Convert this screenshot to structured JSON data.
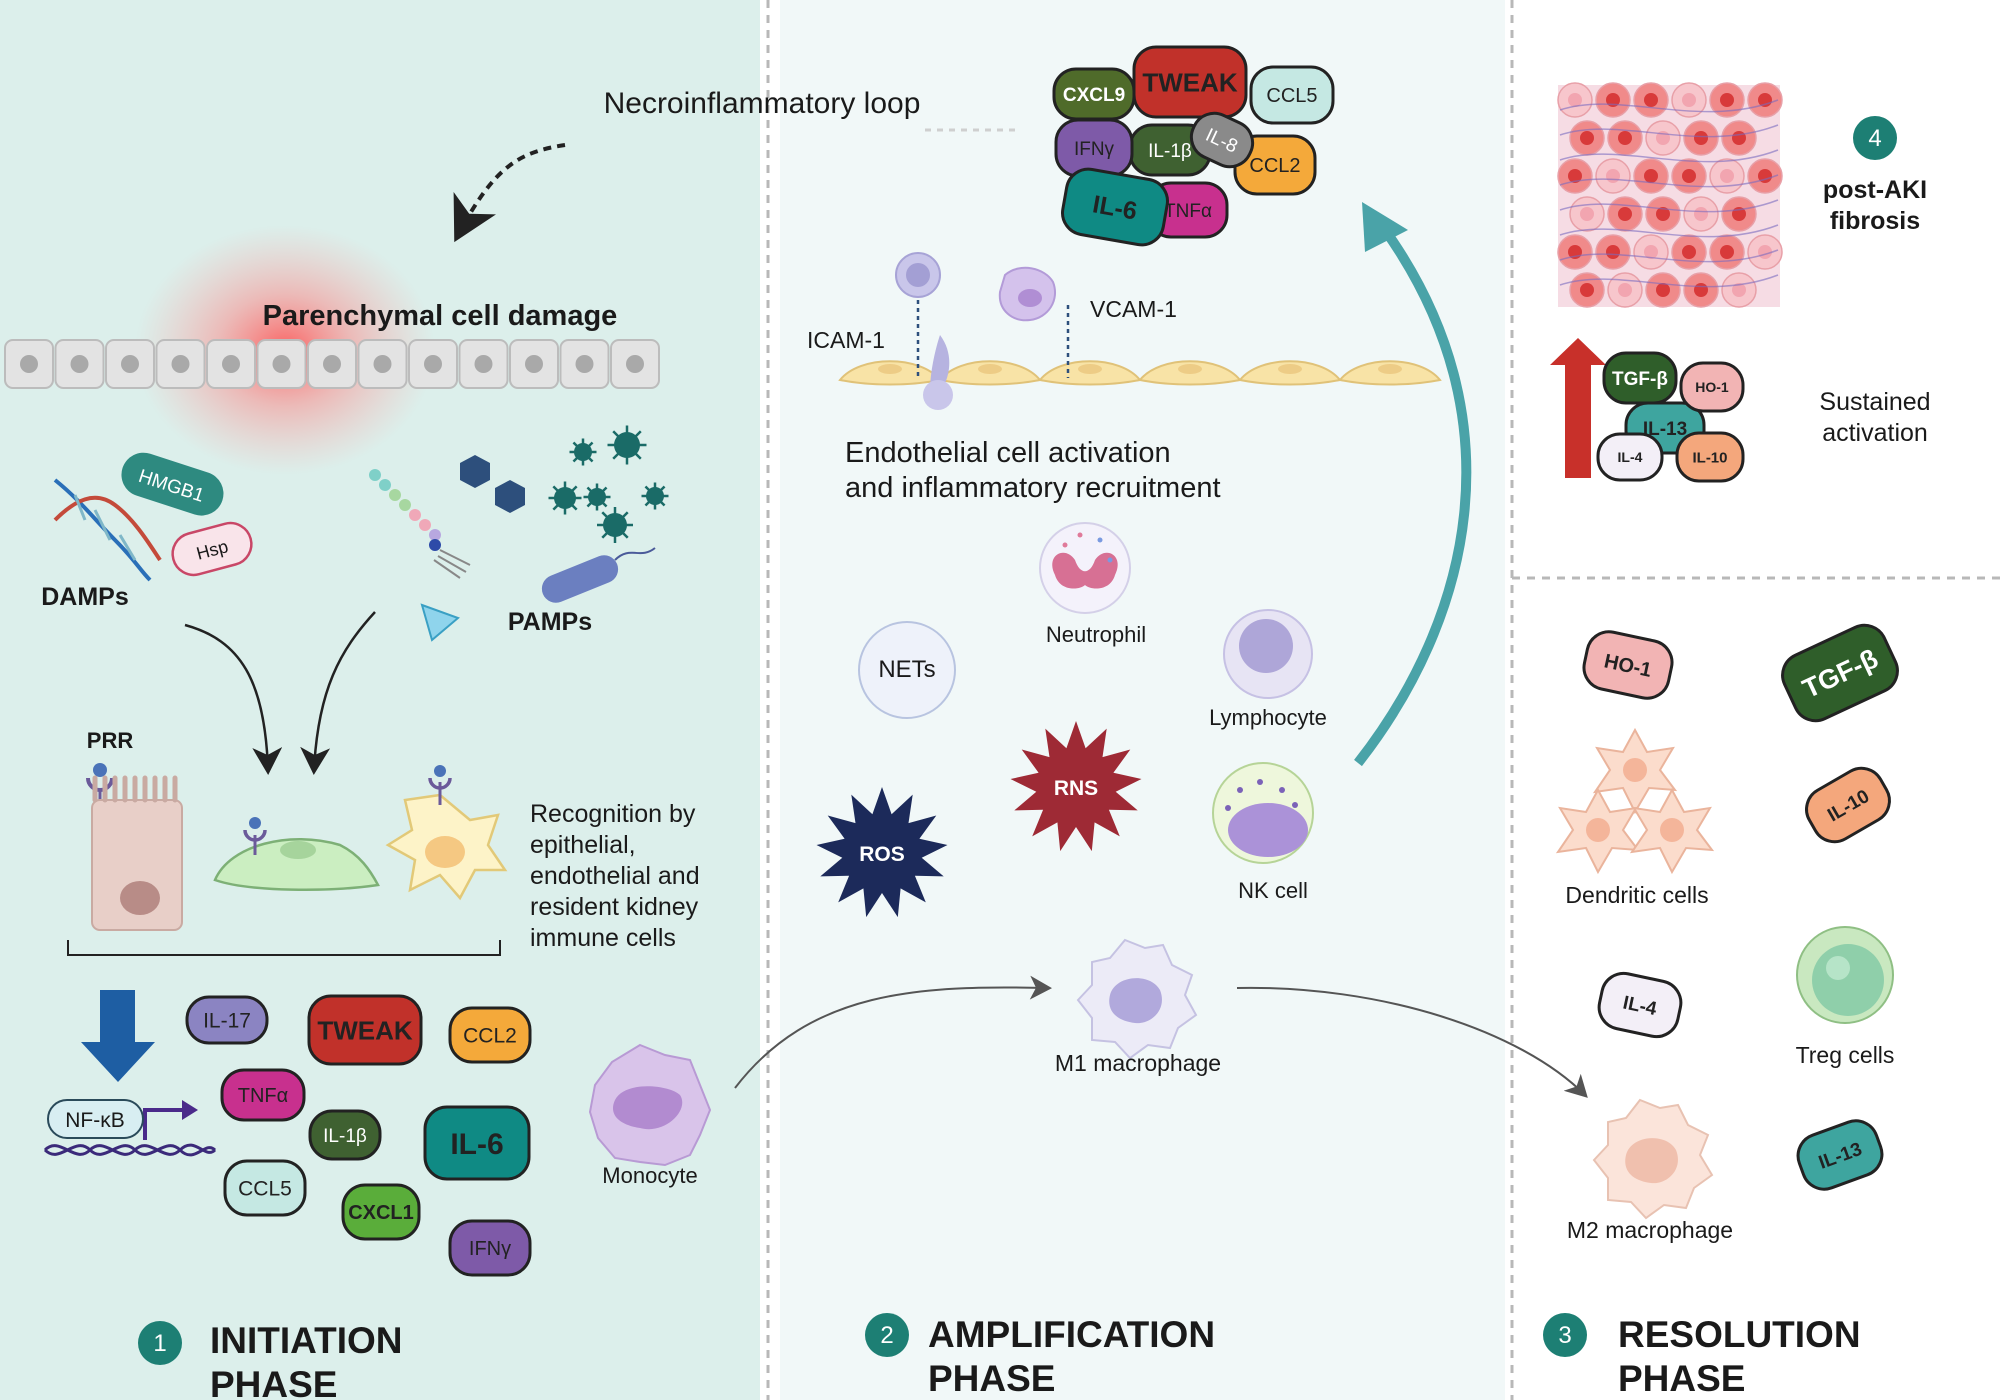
{
  "colors": {
    "panel1_bg": "#dcefeb",
    "panel2_bg": "#f1f8f8",
    "badge": "#1d7f74",
    "big_arrow": "#4aa3a8",
    "tweak": "#c1312a",
    "ccl2": "#f4a93a",
    "ccl5": "#c5e8e3",
    "il6": "#0f8a84",
    "tnfa": "#c8308e",
    "il1b": "#3f6131",
    "ifng": "#7e5aa8",
    "il17": "#8b84c2",
    "cxcl1": "#5aad3a",
    "cxcl9": "#4f6b2a",
    "il8": "#8a8a8a",
    "tgfb": "#2f5e2a",
    "ho1": "#f2b4b4",
    "il10": "#f4a77c",
    "il4": "#f3eff7",
    "il13": "#3ea59f",
    "rns": "#9e2a35",
    "ros": "#1c2a5a"
  },
  "icons": [
    "dna-icon",
    "bacterium-icon",
    "virus-icon",
    "receptor-icon",
    "dendritic-cell-icon",
    "macrophage-icon",
    "neutrophil-icon",
    "lymphocyte-icon",
    "nk-cell-icon",
    "treg-cell-icon",
    "monocyte-icon",
    "fibrosis-tissue-icon"
  ],
  "loop_label": "Necroinflammatory loop",
  "panel1": {
    "badge": "1",
    "title_line1": "INITIATION",
    "title_line2": "PHASE",
    "damage_label": "Parenchymal cell damage",
    "damps_label": "DAMPs",
    "pamps_label": "PAMPs",
    "damp_molecules": [
      "HMGB1",
      "Hsp"
    ],
    "prr_label": "PRR",
    "recognition_lines": [
      "Recognition by",
      "epithelial,",
      "endothelial and",
      "resident kidney",
      "immune cells"
    ],
    "nfkb_label": "NF-κB",
    "cytokines": {
      "il17": "IL-17",
      "tweak": "TWEAK",
      "ccl2": "CCL2",
      "tnfa": "TNFα",
      "il1b": "IL-1β",
      "il6": "IL-6",
      "ccl5": "CCL5",
      "cxcl1": "CXCL1",
      "ifng": "IFNγ"
    },
    "monocyte_label": "Monocyte"
  },
  "panel2": {
    "badge": "2",
    "title_line1": "AMPLIFICATION",
    "title_line2": "PHASE",
    "cytokines": {
      "cxcl9": "CXCL9",
      "tweak": "TWEAK",
      "ccl5": "CCL5",
      "ifng": "IFNγ",
      "il1b": "IL-1β",
      "il8": "IL-8",
      "ccl2": "CCL2",
      "il6": "IL-6",
      "tnfa": "TNFα"
    },
    "icam": "ICAM-1",
    "vcam": "VCAM-1",
    "endothelial_lines": [
      "Endothelial cell activation",
      "and inflammatory recruitment"
    ],
    "neutrophil": "Neutrophil",
    "nets": "NETs",
    "lymphocyte": "Lymphocyte",
    "rns": "RNS",
    "ros": "ROS",
    "nk_cell": "NK cell",
    "m1": "M1 macrophage"
  },
  "panel3": {
    "badge": "3",
    "title_line1": "RESOLUTION",
    "title_line2": "PHASE",
    "ho1": "HO-1",
    "tgfb": "TGF-β",
    "dendritic": "Dendritic cells",
    "il10": "IL-10",
    "il4": "IL-4",
    "treg": "Treg cells",
    "m2": "M2 macrophage",
    "il13": "IL-13"
  },
  "panel4": {
    "badge": "4",
    "title_line1": "post-AKI",
    "title_line2": "fibrosis",
    "sustained_line1": "Sustained",
    "sustained_line2": "activation",
    "cytokines": {
      "tgfb": "TGF-β",
      "ho1": "HO-1",
      "il13": "IL-13",
      "il4": "IL-4",
      "il10": "IL-10"
    }
  }
}
